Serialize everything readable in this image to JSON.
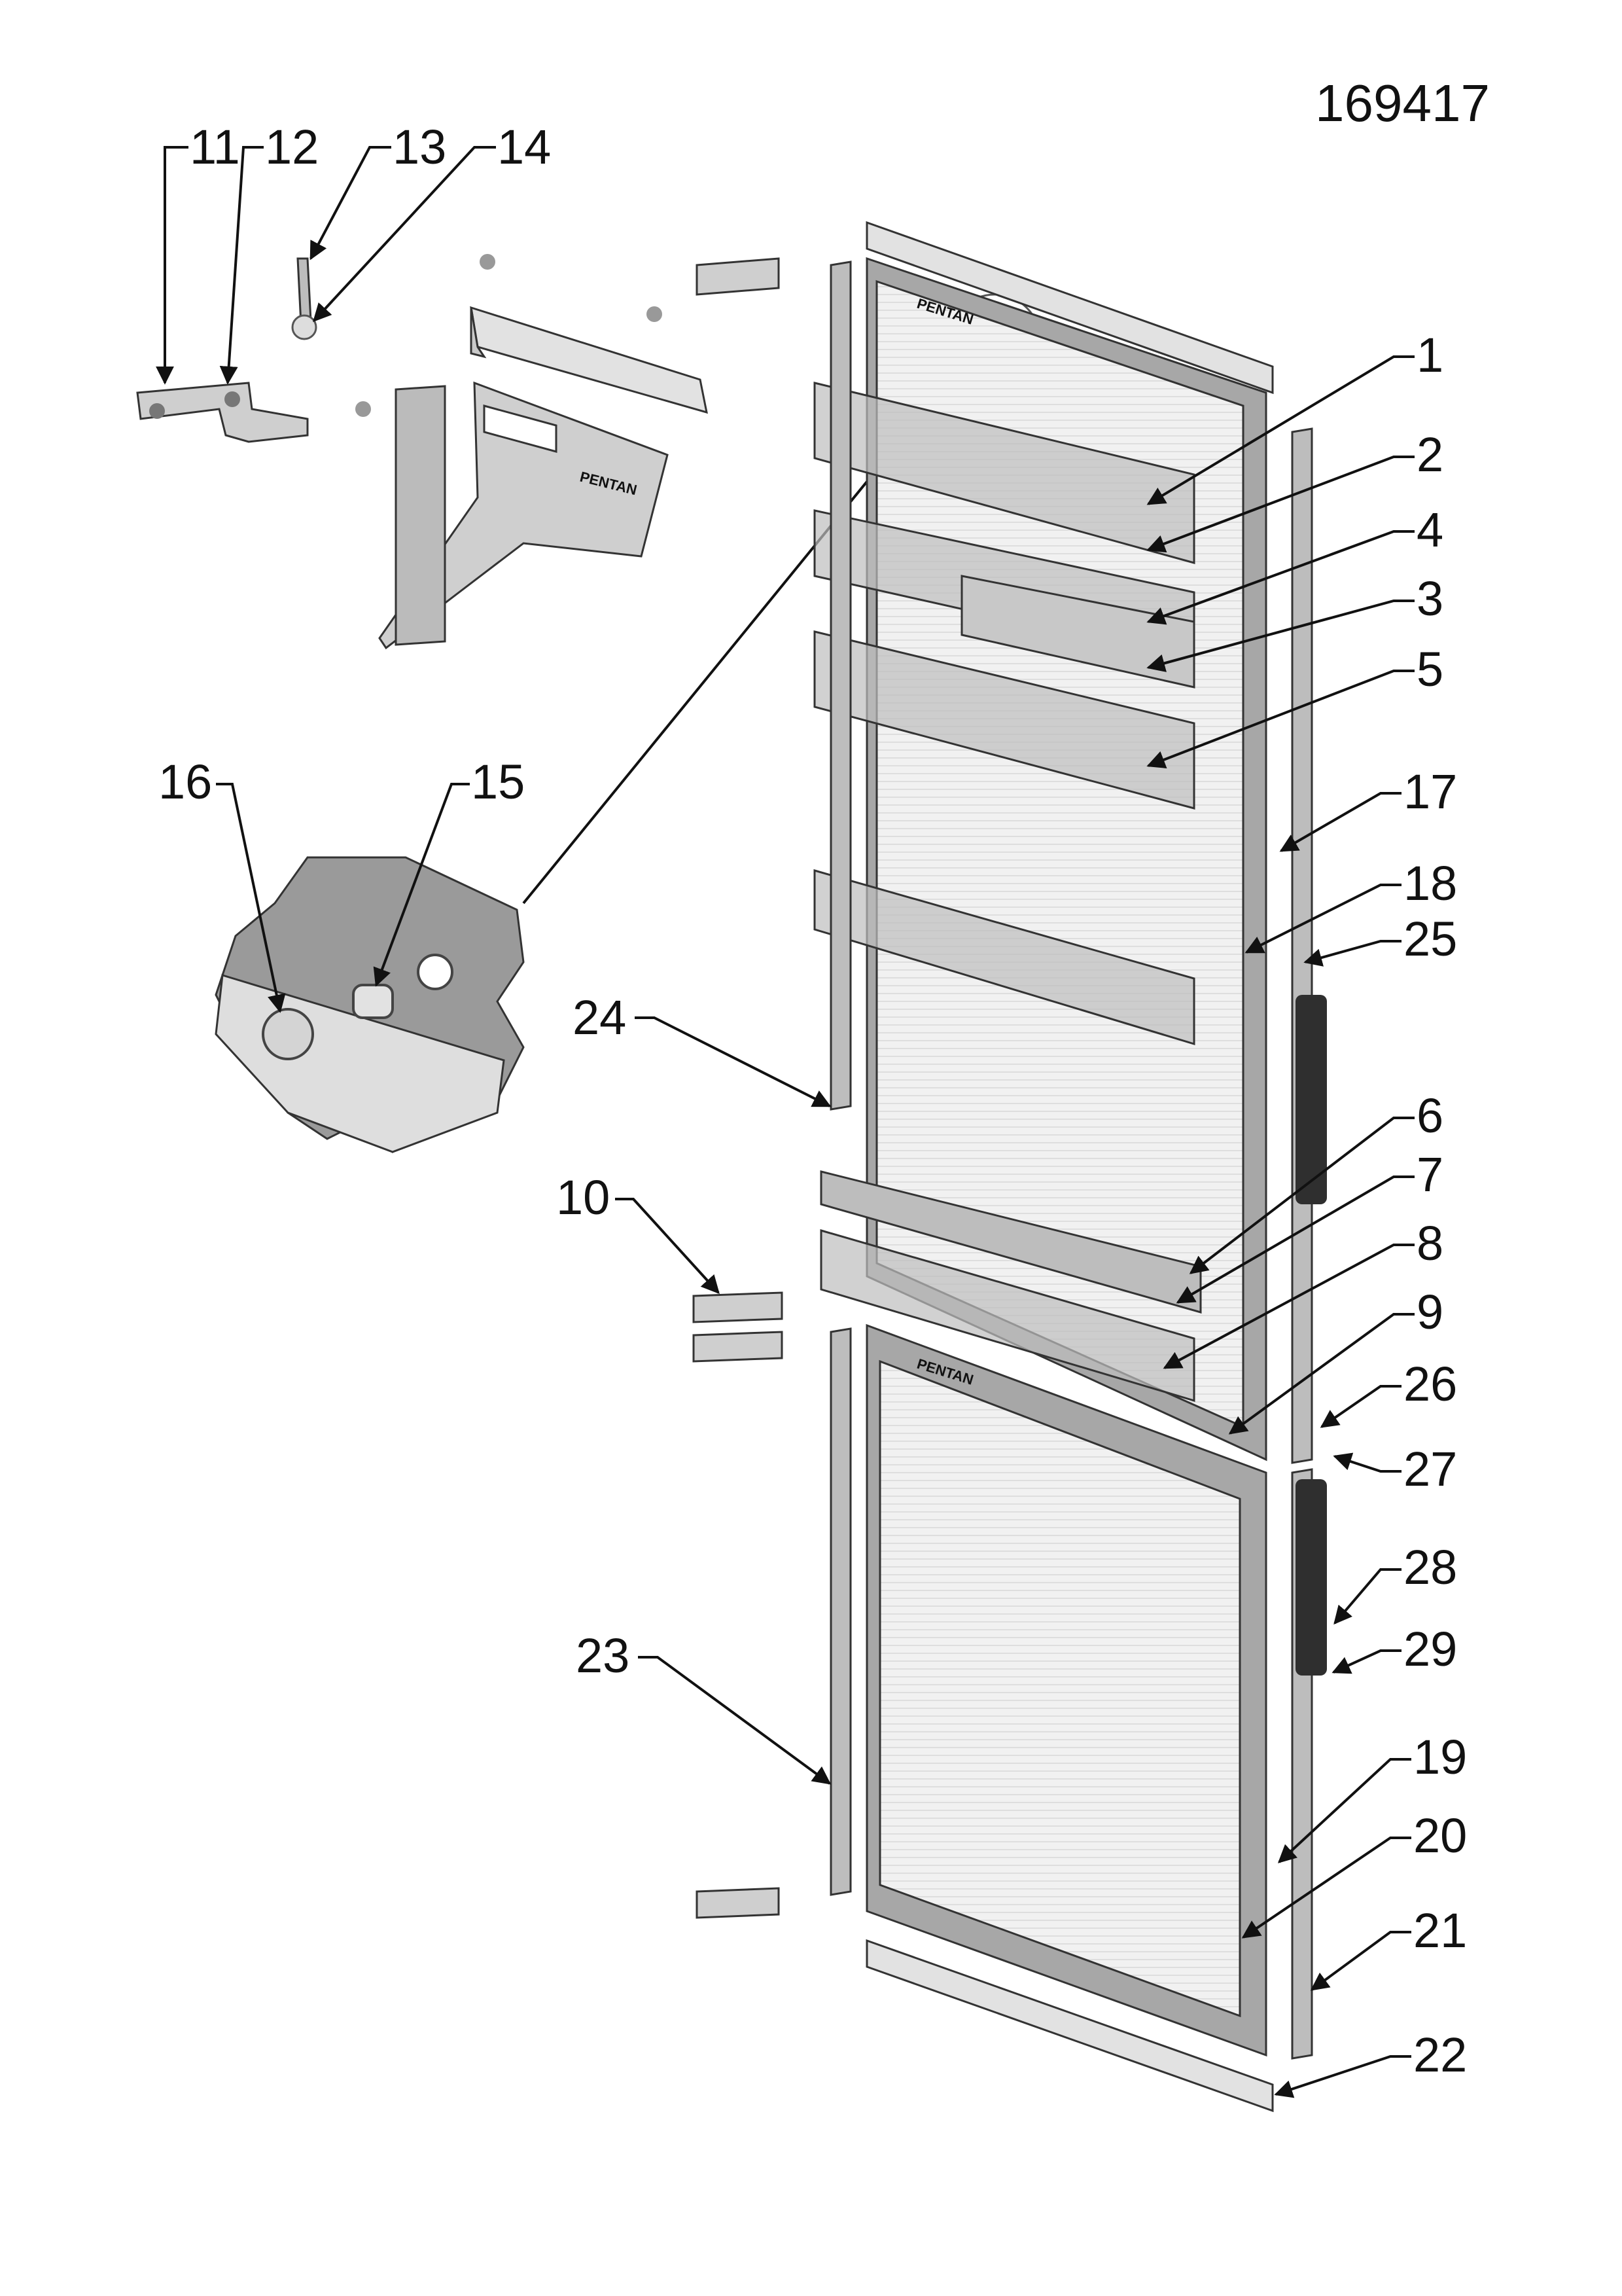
{
  "drawing_number": "169417",
  "brand_marks": [
    "PENTAN",
    "PENTAN",
    "PENTAN"
  ],
  "callouts": [
    {
      "id": "1",
      "label": "1"
    },
    {
      "id": "2",
      "label": "2"
    },
    {
      "id": "3",
      "label": "3"
    },
    {
      "id": "4",
      "label": "4"
    },
    {
      "id": "5",
      "label": "5"
    },
    {
      "id": "6",
      "label": "6"
    },
    {
      "id": "7",
      "label": "7"
    },
    {
      "id": "8",
      "label": "8"
    },
    {
      "id": "9",
      "label": "9"
    },
    {
      "id": "10",
      "label": "10"
    },
    {
      "id": "11",
      "label": "11"
    },
    {
      "id": "12",
      "label": "12"
    },
    {
      "id": "13",
      "label": "13"
    },
    {
      "id": "14",
      "label": "14"
    },
    {
      "id": "15",
      "label": "15"
    },
    {
      "id": "16",
      "label": "16"
    },
    {
      "id": "17",
      "label": "17"
    },
    {
      "id": "18",
      "label": "18"
    },
    {
      "id": "19",
      "label": "19"
    },
    {
      "id": "20",
      "label": "20"
    },
    {
      "id": "21",
      "label": "21"
    },
    {
      "id": "22",
      "label": "22"
    },
    {
      "id": "23",
      "label": "23"
    },
    {
      "id": "24",
      "label": "24"
    },
    {
      "id": "25",
      "label": "25"
    },
    {
      "id": "26",
      "label": "26"
    },
    {
      "id": "27",
      "label": "27"
    },
    {
      "id": "28",
      "label": "28"
    },
    {
      "id": "29",
      "label": "29"
    }
  ]
}
